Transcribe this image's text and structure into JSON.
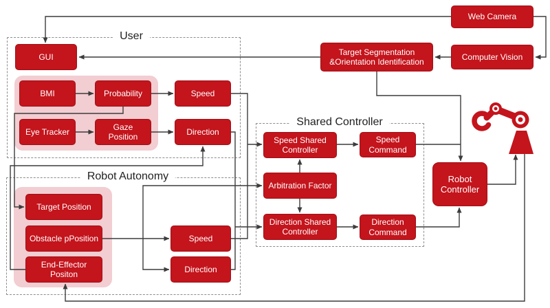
{
  "diagram": {
    "containers": {
      "user": {
        "title": "User"
      },
      "robot_autonomy": {
        "title": "Robot Autonomy"
      },
      "shared_controller": {
        "title": "Shared Controller"
      }
    },
    "nodes": {
      "gui": {
        "label": "GUI"
      },
      "bmi": {
        "label": "BMI"
      },
      "probability": {
        "label": "Probability"
      },
      "speed_user": {
        "label": "Speed"
      },
      "eye_tracker": {
        "label": "Eye Tracker"
      },
      "gaze_position": {
        "label": "Gaze\nPosition"
      },
      "direction_user": {
        "label": "Direction"
      },
      "target_position": {
        "label": "Target Position"
      },
      "obstacle_position": {
        "label": "Obstacle pPosition"
      },
      "end_effector_position": {
        "label": "End-Effector\nPositon"
      },
      "speed_autonomy": {
        "label": "Speed"
      },
      "direction_autonomy": {
        "label": "Direction"
      },
      "speed_shared_controller": {
        "label": "Speed Shared\nController"
      },
      "speed_command": {
        "label": "Speed\nCommand"
      },
      "arbitration_factor": {
        "label": "Arbitration Factor"
      },
      "direction_shared_controller": {
        "label": "Direction Shared\nController"
      },
      "direction_command": {
        "label": "Direction\nCommand"
      },
      "web_camera": {
        "label": "Web Camera"
      },
      "computer_vision": {
        "label": "Computer Vision"
      },
      "target_segmentation": {
        "label": "Target Segmentation\n&Orientation Identification"
      },
      "robot_controller": {
        "label": "Robot\nController"
      }
    },
    "icons": {
      "robot_arm": "robot-arm-icon"
    },
    "colors": {
      "node_fill": "#c4141c",
      "node_border": "#9e1016",
      "group_highlight": "#f2cdd1",
      "connector": "#3c3c3c",
      "container_border": "#8c8c8c",
      "title_text": "#1f1f1f",
      "node_text": "#ffffff"
    }
  }
}
